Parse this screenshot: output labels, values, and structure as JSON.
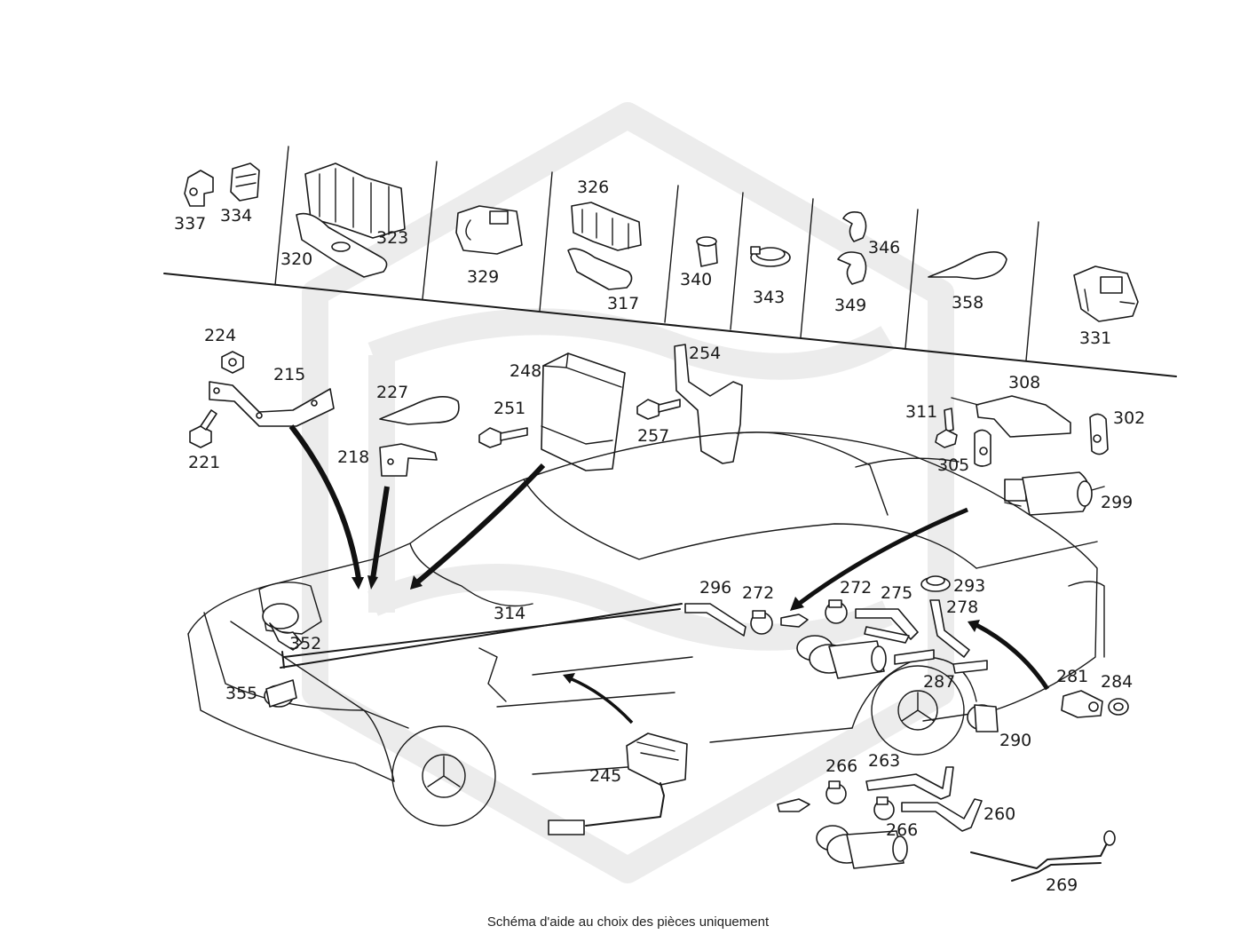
{
  "caption": "Schéma d'aide au choix des pièces uniquement",
  "parts": [
    "337",
    "334",
    "320",
    "323",
    "329",
    "326",
    "317",
    "340",
    "343",
    "346",
    "349",
    "358",
    "331",
    "224",
    "215",
    "221",
    "227",
    "218",
    "248",
    "251",
    "257",
    "254",
    "308",
    "311",
    "302",
    "305",
    "299",
    "296",
    "272",
    "272",
    "275",
    "293",
    "278",
    "314",
    "352",
    "355",
    "287",
    "281",
    "284",
    "290",
    "245",
    "266",
    "263",
    "266",
    "260",
    "269"
  ]
}
